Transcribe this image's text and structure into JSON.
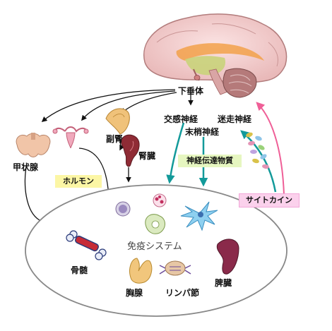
{
  "labels": {
    "hypothalamus": "下垂体",
    "sympathetic": "交感神経",
    "vagus": "迷走神経",
    "peripheral": "末梢神経",
    "adrenal": "副腎",
    "thyroid": "甲状腺",
    "kidney": "腎臓",
    "bone_marrow": "骨髄",
    "thymus": "胸腺",
    "lymph_node": "リンパ節",
    "spleen": "脾臓"
  },
  "boxes": {
    "hormone": "ホルモン",
    "neurotransmitter": "神経伝達物質",
    "cytokine": "サイトカイン"
  },
  "immune_system_title": "免疫システム",
  "colors": {
    "arrow_black": "#111111",
    "arrow_teal": "#139a9a",
    "arrow_pink": "#ef5f97",
    "hormone_box": "#fcf6a5",
    "neuro_box": "#e6f6c0",
    "cytokine_box": "#fbd1ec"
  }
}
